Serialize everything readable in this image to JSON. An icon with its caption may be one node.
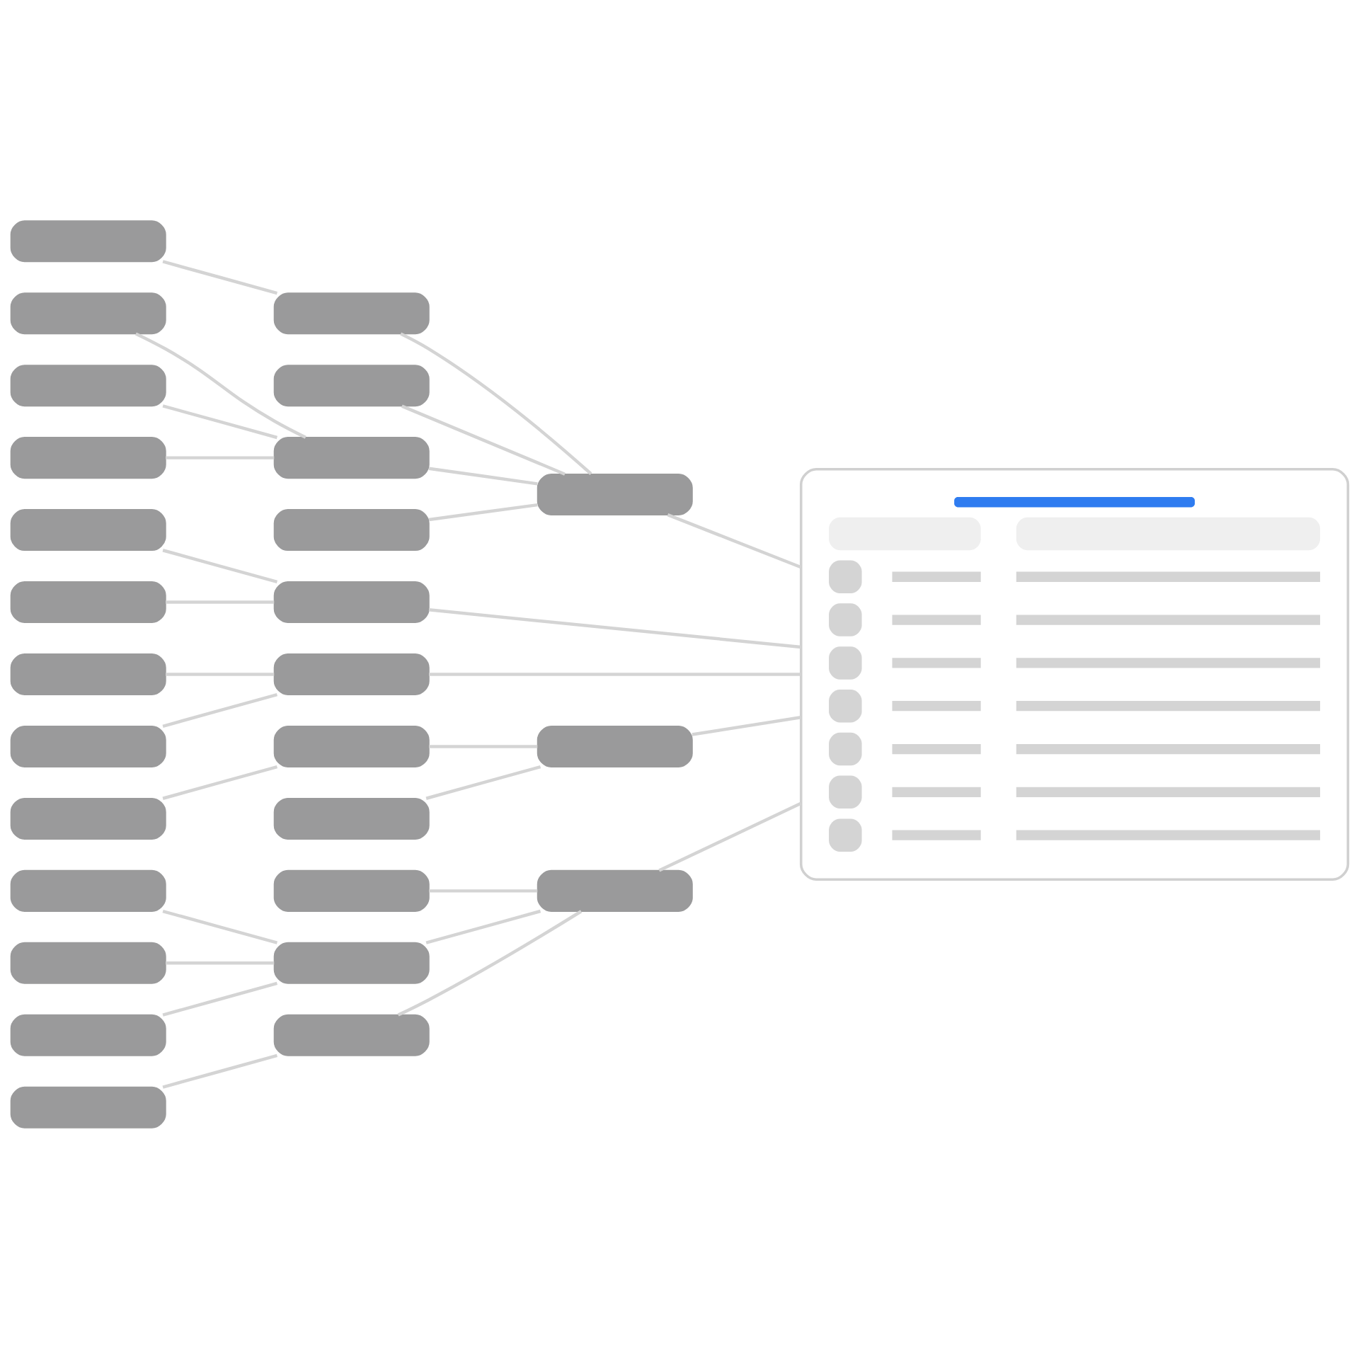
{
  "diagram": {
    "nodes": [
      {
        "text": [],
        "shape": "box"
      },
      {
        "text": [],
        "shape": "box"
      },
      {
        "text": [],
        "shape": "box"
      },
      {
        "text": [],
        "shape": "box"
      },
      {
        "text": [],
        "shape": "box"
      },
      {
        "text": [],
        "shape": "box"
      },
      {
        "text": [],
        "shape": "box"
      },
      {
        "text": [],
        "shape": "box"
      },
      {
        "text": [],
        "shape": "box"
      },
      {
        "text": [],
        "shape": "box"
      },
      {
        "text": [],
        "shape": "box"
      },
      {
        "text": [],
        "shape": "box"
      },
      {
        "text": [],
        "shape": "box"
      },
      {
        "text": [],
        "shape": "box"
      },
      {
        "text": [],
        "shape": "box"
      },
      {
        "text": [],
        "shape": "box"
      },
      {
        "text": [],
        "shape": "box"
      },
      {
        "text": [],
        "shape": "box"
      },
      {
        "text": [],
        "shape": "box"
      },
      {
        "text": [],
        "shape": "box"
      },
      {
        "text": [],
        "shape": "box"
      },
      {
        "text": [],
        "shape": "box"
      },
      {
        "text": [],
        "shape": "box"
      },
      {
        "text": [],
        "shape": "box"
      },
      {
        "text": [],
        "shape": "box"
      },
      {
        "text": [],
        "shape": "box"
      },
      {
        "text": [],
        "shape": "box"
      },
      {
        "text": [],
        "shape": "picture"
      }
    ],
    "edges": [
      {
        "from": 0,
        "to": 13,
        "arrow": "none"
      },
      {
        "from": 1,
        "to": 15,
        "arrow": "none"
      },
      {
        "from": 2,
        "to": 15,
        "arrow": "none"
      },
      {
        "from": 3,
        "to": 15,
        "arrow": "none"
      },
      {
        "from": 13,
        "to": 24,
        "arrow": "none"
      },
      {
        "from": 14,
        "to": 24,
        "arrow": "none"
      },
      {
        "from": 15,
        "to": 24,
        "arrow": "none"
      },
      {
        "from": 16,
        "to": 24,
        "arrow": "none"
      },
      {
        "from": 4,
        "to": 17,
        "arrow": "none"
      },
      {
        "from": 5,
        "to": 17,
        "arrow": "none"
      },
      {
        "from": 6,
        "to": 18,
        "arrow": "none"
      },
      {
        "from": 7,
        "to": 18,
        "arrow": "none"
      },
      {
        "from": 8,
        "to": 19,
        "arrow": "none"
      },
      {
        "from": 19,
        "to": 25,
        "arrow": "none"
      },
      {
        "from": 20,
        "to": 25,
        "arrow": "none"
      },
      {
        "from": 9,
        "to": 22,
        "arrow": "none"
      },
      {
        "from": 10,
        "to": 22,
        "arrow": "none"
      },
      {
        "from": 11,
        "to": 22,
        "arrow": "none"
      },
      {
        "from": 12,
        "to": 23,
        "arrow": "none"
      },
      {
        "from": 21,
        "to": 26,
        "arrow": "none"
      },
      {
        "from": 22,
        "to": 26,
        "arrow": "none"
      },
      {
        "from": 23,
        "to": 26,
        "arrow": "none"
      },
      {
        "from": 24,
        "to": 27,
        "arrow": "none"
      },
      {
        "from": 17,
        "to": 27,
        "arrow": "none"
      },
      {
        "from": 18,
        "to": 27,
        "arrow": "none"
      },
      {
        "from": 25,
        "to": 27,
        "arrow": "none"
      },
      {
        "from": 26,
        "to": 27,
        "arrow": "none"
      }
    ]
  }
}
